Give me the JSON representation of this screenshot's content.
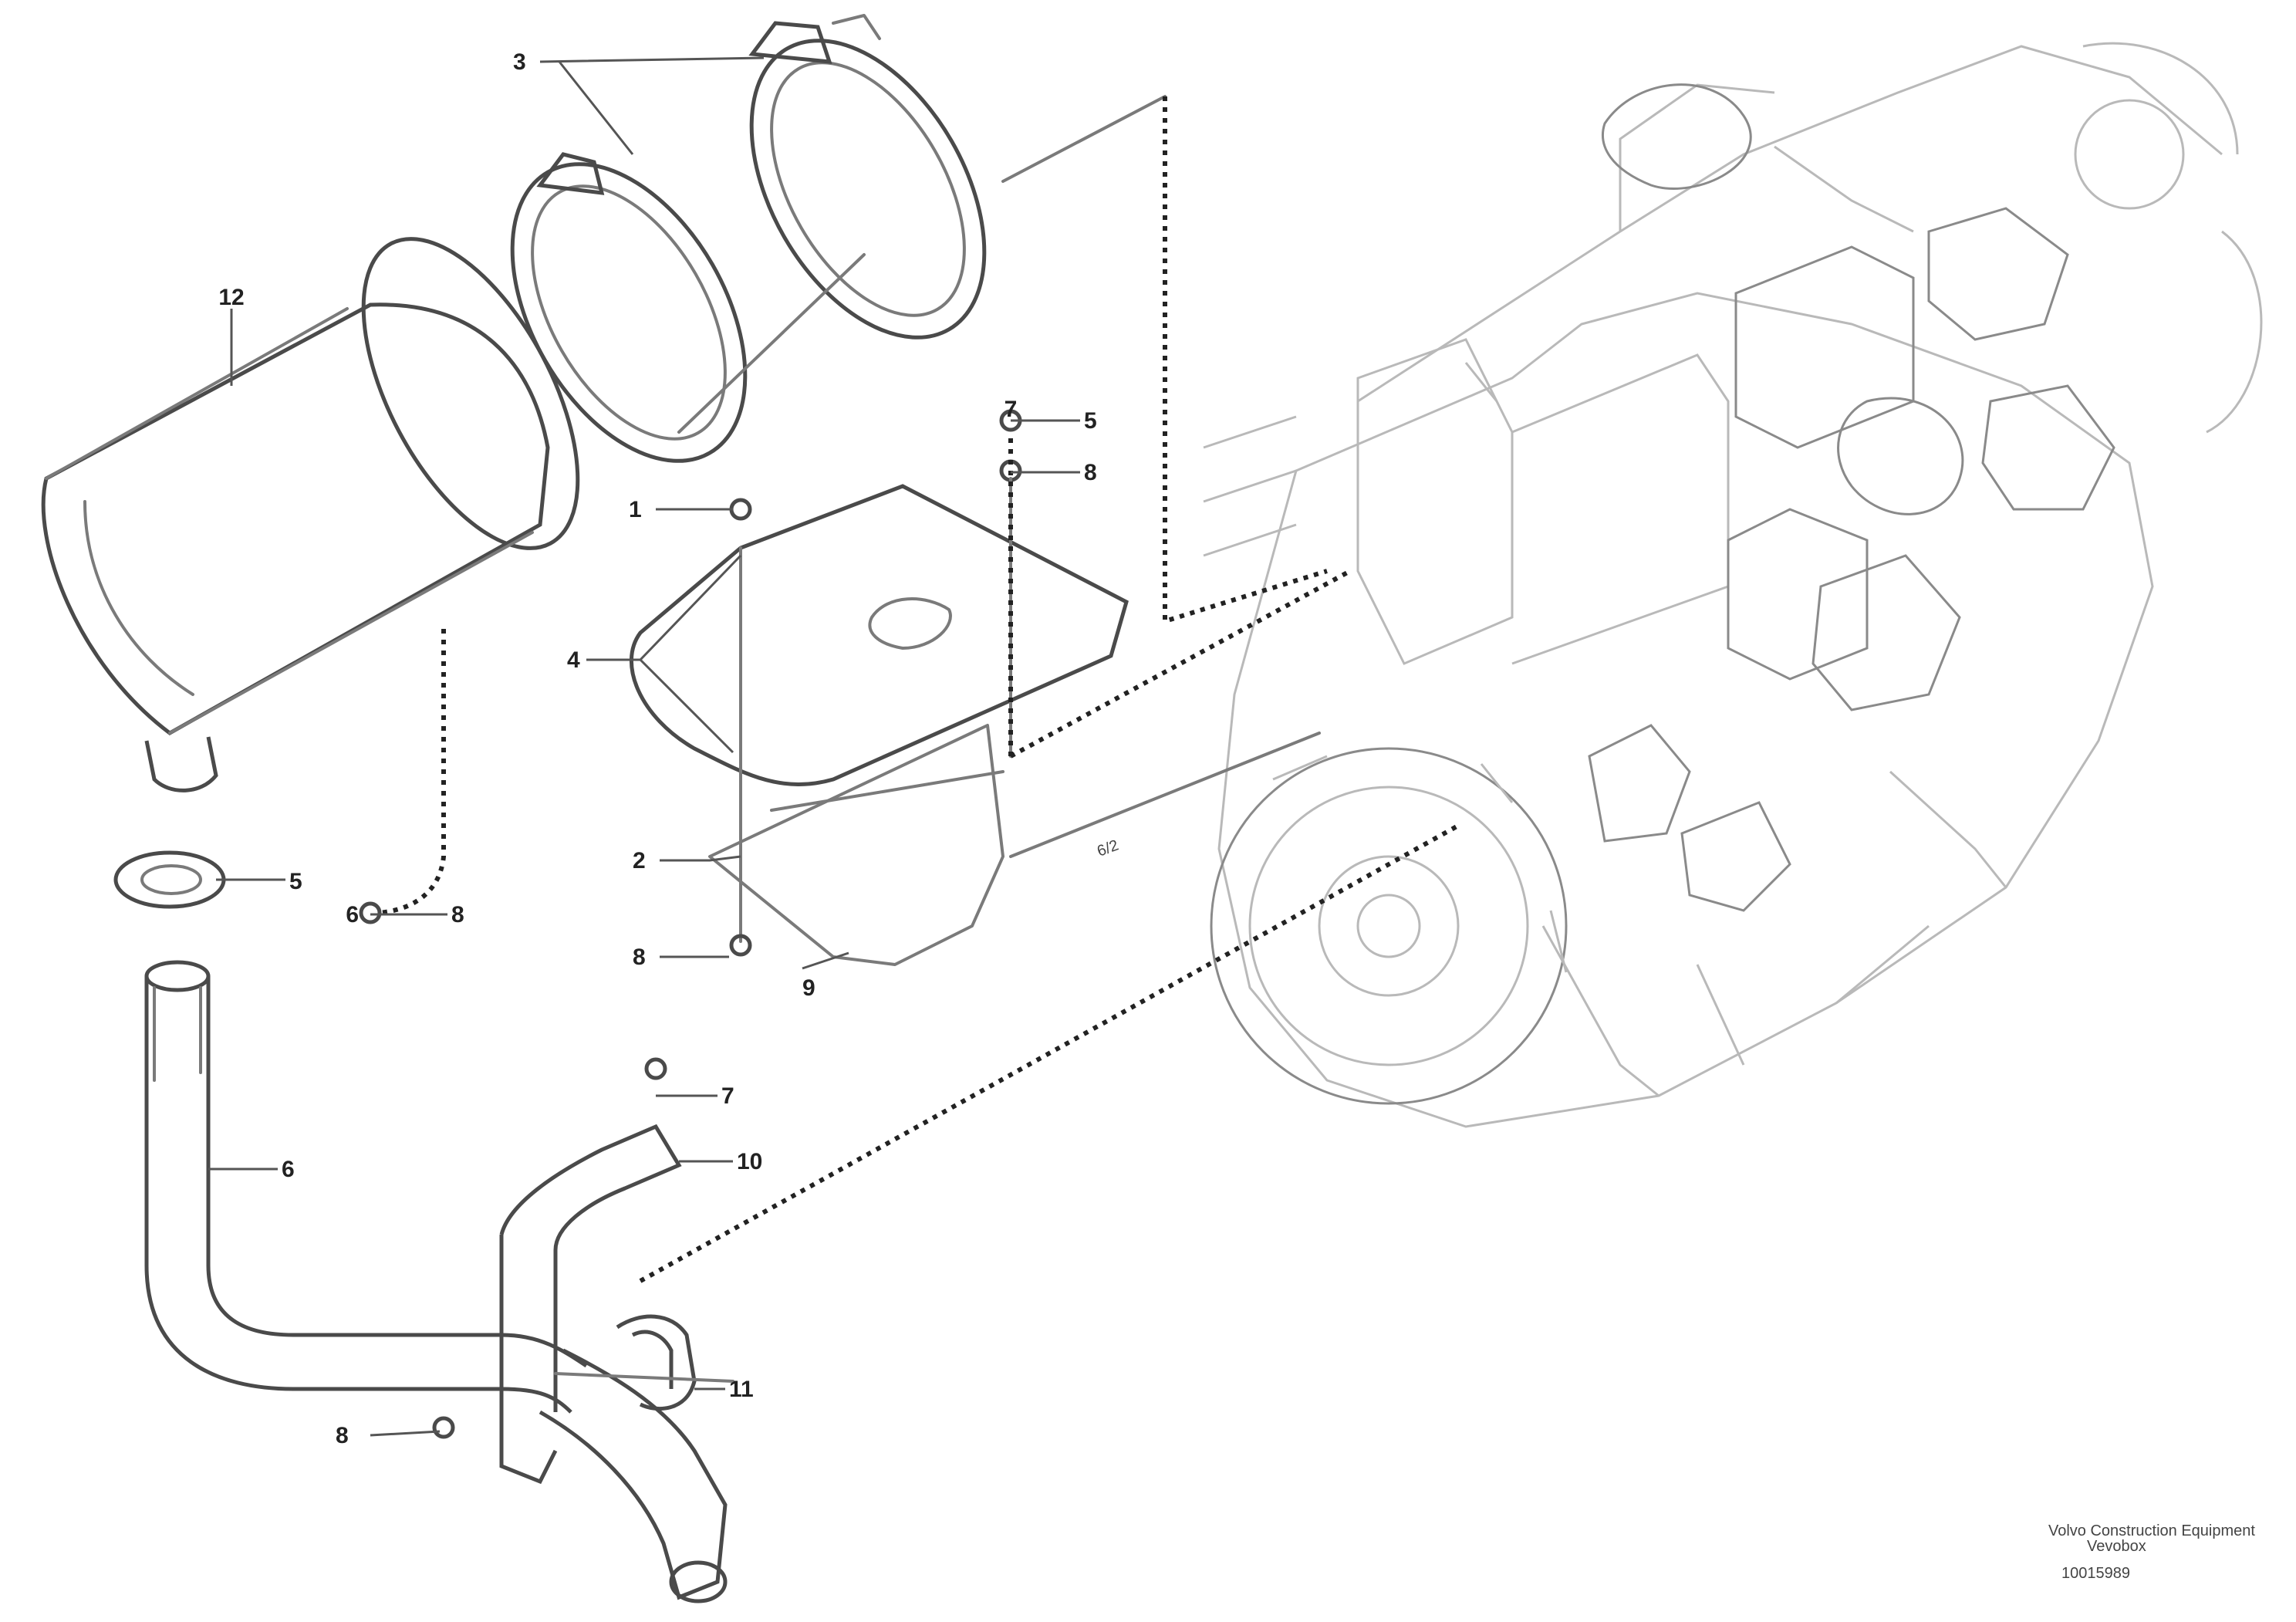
{
  "callouts": {
    "c1": "3",
    "c2": "12",
    "c3": "5",
    "c4": "1",
    "c5": "8",
    "c6": "5",
    "c7": "7",
    "c8": "6",
    "c9": "8",
    "c10": "6",
    "c11": "4",
    "c12": "2",
    "c13": "8",
    "c14": "7",
    "c15": "10",
    "c16": "9",
    "c17": "11",
    "c18": "8"
  },
  "stamp": {
    "line1": "Volvo Construction Equipment",
    "line2": "Vevobox",
    "ref": "10015989"
  },
  "colors": {
    "lines": "#7a7a7a",
    "engine": "#b9b9b9",
    "dashes": "#222222"
  }
}
